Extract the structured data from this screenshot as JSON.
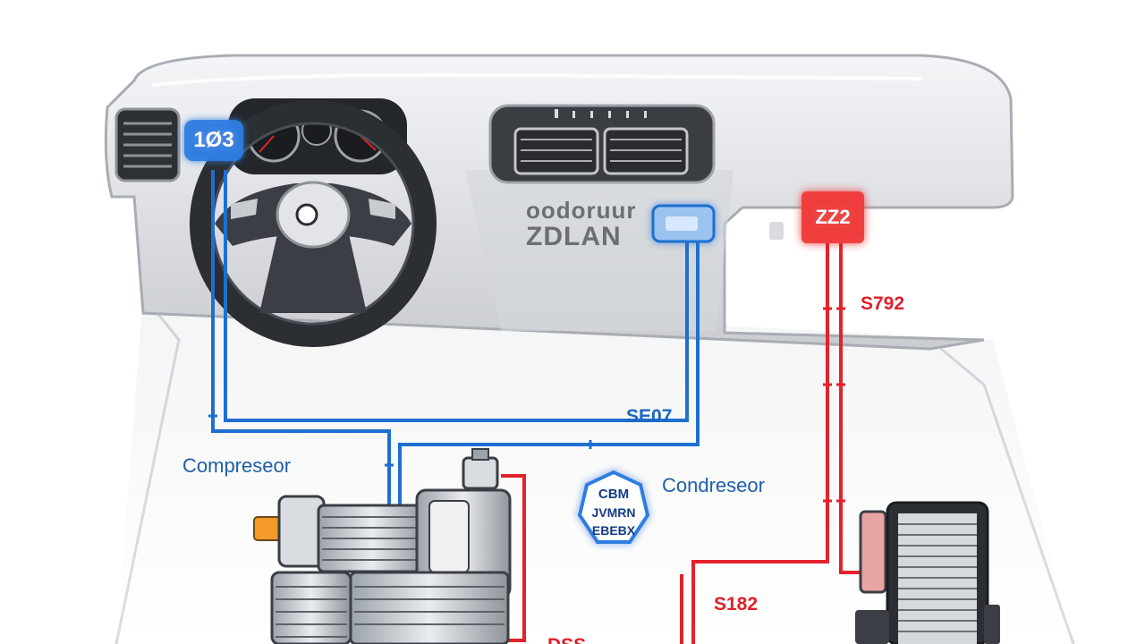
{
  "dashboard": {
    "cluster_tag": "1Ø3",
    "center_upper_text": "oodoruur",
    "center_lower_text": "ZDLAN",
    "right_panel_tag": "ZZ2"
  },
  "lines": {
    "blue_code": "SE07",
    "red_code_upper": "S792",
    "red_code_lower": "S182",
    "red_code_bottom": "DSS"
  },
  "components": {
    "compressor_label": "Compreseor",
    "condenser_label": "Condreseor"
  },
  "badge": {
    "line1": "CBM",
    "line2": "JVMRN",
    "line3": "EBEBX"
  },
  "colors": {
    "blue_line": "#1e6fd0",
    "red_line": "#e3222b",
    "label_blue": "#1f5fa8",
    "dash_gray": "#b9bcc1"
  },
  "icons": [
    "steering-wheel-icon",
    "air-vent-icon",
    "gauge-icon",
    "compressor-icon",
    "condenser-icon"
  ]
}
